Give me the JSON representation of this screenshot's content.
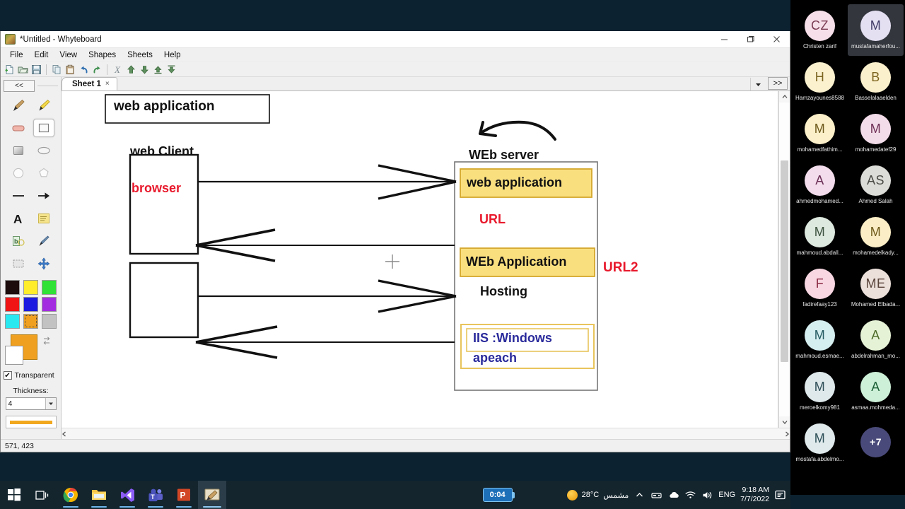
{
  "window": {
    "title": "*Untitled - Whyteboard",
    "icon": "whyteboard-icon",
    "minimize": "–",
    "maximize": "❐",
    "close": "✕"
  },
  "menubar": {
    "items": [
      "File",
      "Edit",
      "View",
      "Shapes",
      "Sheets",
      "Help"
    ]
  },
  "toolbar": {
    "buttons": [
      "new-icon",
      "open-icon",
      "save-icon",
      "copy-icon",
      "paste-icon",
      "undo-icon",
      "redo-icon",
      "delete-icon",
      "move-up-icon",
      "move-down-icon",
      "bring-front-icon",
      "send-back-icon"
    ]
  },
  "left_panel": {
    "collapse_label": "<<",
    "tools": [
      {
        "name": "pen-tool",
        "selected": false
      },
      {
        "name": "highlighter-tool",
        "selected": false
      },
      {
        "name": "eraser-tool",
        "selected": false
      },
      {
        "name": "rectangle-tool",
        "selected": true
      },
      {
        "name": "rounded-rectangle-tool",
        "selected": false
      },
      {
        "name": "ellipse-tool",
        "selected": false
      },
      {
        "name": "circle-tool",
        "selected": false
      },
      {
        "name": "polygon-tool",
        "selected": false
      },
      {
        "name": "line-tool",
        "selected": false
      },
      {
        "name": "arrow-tool",
        "selected": false
      },
      {
        "name": "text-tool",
        "selected": false
      },
      {
        "name": "note-tool",
        "selected": false
      },
      {
        "name": "media-tool",
        "selected": false
      },
      {
        "name": "eyedropper-tool",
        "selected": false
      },
      {
        "name": "select-tool",
        "selected": false
      },
      {
        "name": "move-tool",
        "selected": false
      }
    ],
    "colors": [
      {
        "name": "black",
        "hex": "#1c0c0c"
      },
      {
        "name": "yellow",
        "hex": "#ffec2b"
      },
      {
        "name": "green",
        "hex": "#2fe235"
      },
      {
        "name": "red",
        "hex": "#f01414"
      },
      {
        "name": "blue",
        "hex": "#1a1ae0"
      },
      {
        "name": "purple",
        "hex": "#a32ce0"
      },
      {
        "name": "cyan",
        "hex": "#2ae8f0"
      },
      {
        "name": "orange",
        "hex": "#f0a020",
        "selected": true
      },
      {
        "name": "grey",
        "hex": "#c2c2c2"
      }
    ],
    "fill_color": "#f0a020",
    "background_color": "#ffffff",
    "transparent_label": "Transparent",
    "transparent_checked": true,
    "transparent_mark": "✔",
    "thickness_label": "Thickness:",
    "thickness_value": "4"
  },
  "sheets": {
    "tab_label": "Sheet 1",
    "tab_close": "×",
    "dropdown_icon": "chevron-down-icon",
    "more_label": ">>"
  },
  "statusbar": {
    "coordinates": "571, 423"
  },
  "canvas": {
    "shapes": {
      "title_box": "web application",
      "client_label": "web Client",
      "browser_label": "browser",
      "server_label": "WEb server",
      "server_webapp": "web application",
      "server_url": "URL",
      "server_webapp2": "WEb Application",
      "server_hosting": "Hosting",
      "server_iis": "IIS :Windows",
      "server_apeach": "apeach",
      "url2_label": "URL2"
    },
    "colors": {
      "stroke": "#000000",
      "red_text": "#e8192c",
      "yellow_fill": "#fadf7f",
      "yellow_border": "#d4a72c",
      "blue_text": "#2a2a9c"
    }
  },
  "participants": [
    {
      "initials": "CZ",
      "name": "Christen zarif",
      "bg": "#f6dfe9",
      "fg": "#7a3b52",
      "active": false
    },
    {
      "initials": "M",
      "name": "mustafamaherfou...",
      "bg": "#e4e0f2",
      "fg": "#3f3a66",
      "active": true
    },
    {
      "initials": "H",
      "name": "Hamzayounes8588",
      "bg": "#fbf1cf",
      "fg": "#7b6420",
      "active": false
    },
    {
      "initials": "B",
      "name": "Basselalaaelden",
      "bg": "#fbf0cc",
      "fg": "#7e6520",
      "active": false
    },
    {
      "initials": "M",
      "name": "mohamedfathim...",
      "bg": "#fbf0c9",
      "fg": "#6f5a1c",
      "active": false
    },
    {
      "initials": "M",
      "name": "mohamedatef29",
      "bg": "#f3dcea",
      "fg": "#6e2f55",
      "active": false
    },
    {
      "initials": "A",
      "name": "ahmedmohamed...",
      "bg": "#f3dcec",
      "fg": "#6b2f56",
      "active": false
    },
    {
      "initials": "AS",
      "name": "Ahmed Salah",
      "bg": "#dcdcd8",
      "fg": "#4b4b46",
      "active": false
    },
    {
      "initials": "M",
      "name": "mahmoud.abdall...",
      "bg": "#dde8de",
      "fg": "#3d5340",
      "active": false
    },
    {
      "initials": "M",
      "name": "mohamedelkady...",
      "bg": "#fbeec6",
      "fg": "#6e5a1a",
      "active": false
    },
    {
      "initials": "F",
      "name": "fadirefaay123",
      "bg": "#f8d7e2",
      "fg": "#8c2d46",
      "active": false
    },
    {
      "initials": "ME",
      "name": "Mohamed Elbada...",
      "bg": "#ece0db",
      "fg": "#5a453c",
      "active": false
    },
    {
      "initials": "M",
      "name": "mahmoud.esmae...",
      "bg": "#d5eef0",
      "fg": "#265c63",
      "active": false
    },
    {
      "initials": "A",
      "name": "abdelrahman_mo...",
      "bg": "#e6f2d6",
      "fg": "#4d6b2a",
      "active": false
    },
    {
      "initials": "M",
      "name": "meroelkomy981",
      "bg": "#dfe9ec",
      "fg": "#2f4f58",
      "active": false
    },
    {
      "initials": "A",
      "name": "asmaa.mohmeda...",
      "bg": "#cdf0d8",
      "fg": "#1f6238",
      "active": false
    },
    {
      "initials": "M",
      "name": "mostafa.abdelmo...",
      "bg": "#e0eaec",
      "fg": "#2d4f58",
      "active": false
    },
    {
      "initials": "+7",
      "name": "",
      "bg": "#4a4a7a",
      "fg": "#ffffff",
      "active": false,
      "overflow": true
    }
  ],
  "taskbar": {
    "icons": [
      {
        "name": "start-button"
      },
      {
        "name": "task-view-button"
      },
      {
        "name": "chrome-icon"
      },
      {
        "name": "file-explorer-icon"
      },
      {
        "name": "visual-studio-icon"
      },
      {
        "name": "microsoft-teams-icon"
      },
      {
        "name": "powerpoint-icon"
      },
      {
        "name": "whyteboard-taskbar-icon"
      }
    ],
    "timer": "0:04",
    "weather_temp": "28°C",
    "weather_desc": "مشمس",
    "tray_icons": [
      "chevron-up-icon",
      "onedrive-sync-icon",
      "cloud-icon",
      "wifi-icon",
      "volume-icon"
    ],
    "language": "ENG",
    "time": "9:18 AM",
    "date": "7/7/2022",
    "notification_icon": "action-center-icon"
  }
}
